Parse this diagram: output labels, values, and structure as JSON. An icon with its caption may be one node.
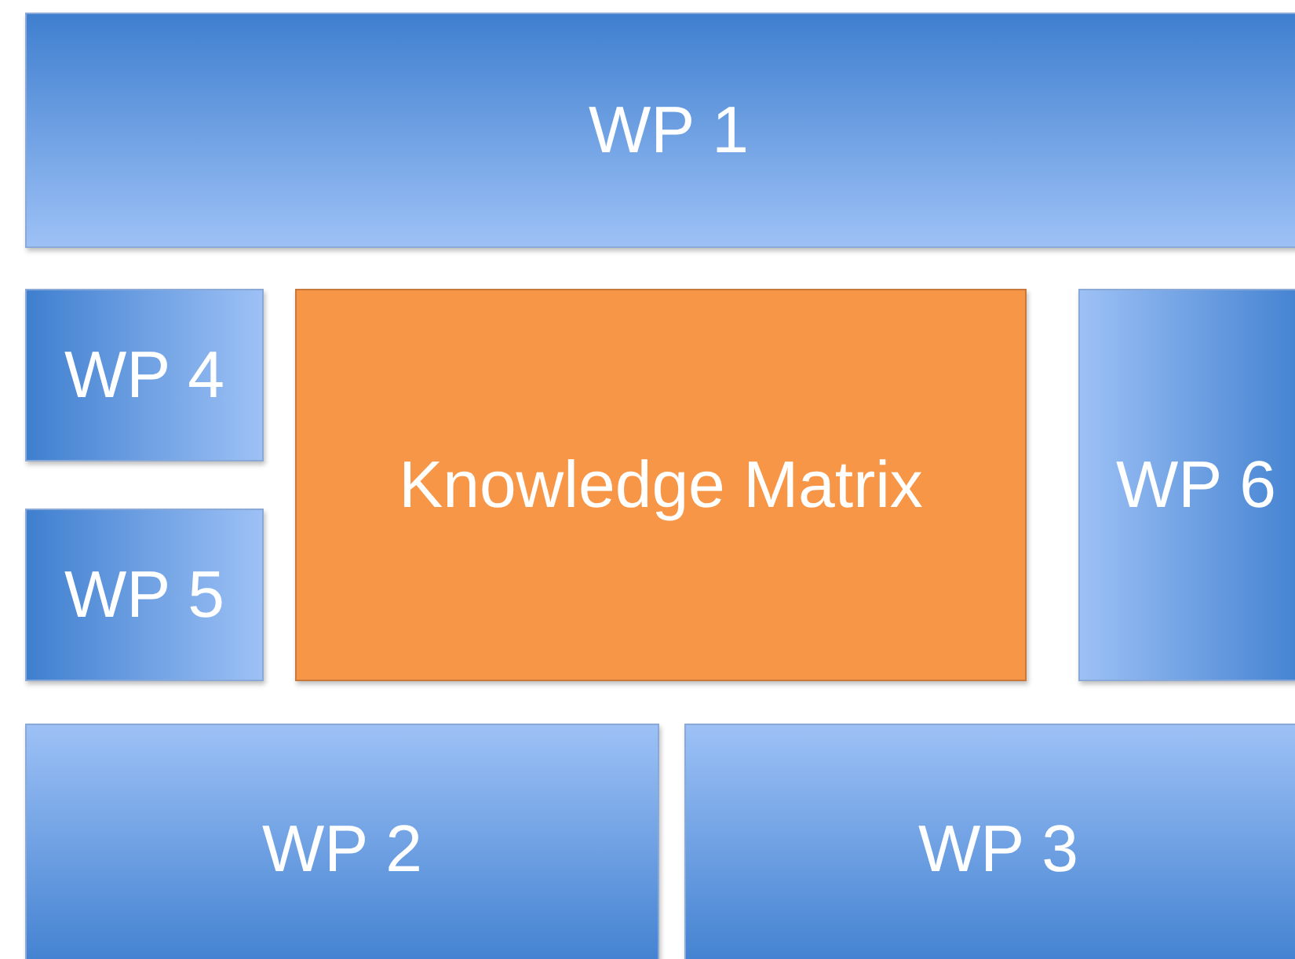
{
  "diagram": {
    "nodes": [
      {
        "text": [
          "WP 1"
        ]
      },
      {
        "text": [
          "WP 4"
        ]
      },
      {
        "text": [
          "Knowledge Matrix"
        ]
      },
      {
        "text": [
          "WP 6"
        ]
      },
      {
        "text": [
          "WP 5"
        ]
      },
      {
        "text": [
          "WP 2"
        ]
      },
      {
        "text": [
          "WP 3"
        ]
      }
    ]
  }
}
